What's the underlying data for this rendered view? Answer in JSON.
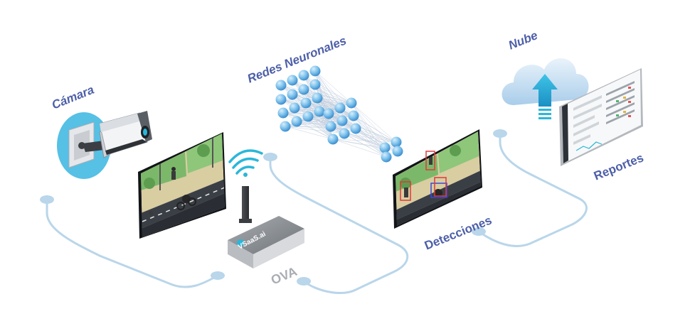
{
  "labels": {
    "camera": "Cámara",
    "neural_networks": "Redes Neuronales",
    "cloud": "Nube",
    "detections": "Detecciones",
    "reports": "Reportes",
    "device": "OVA",
    "brand": "VSaaS.ai"
  },
  "icons": [
    "camera-icon",
    "wifi-icon",
    "cloud-upload-icon",
    "neural-network-icon",
    "edge-device-icon",
    "video-frame-icon",
    "dashboard-icon"
  ],
  "colors": {
    "label": "#4d5fa8",
    "device_label": "#a9adb3",
    "connector": "#b9d6ea",
    "node": "#7ec2ec",
    "node_dark": "#3e8fcf",
    "accent": "#2ab7d9",
    "detection_box_red": "#e03a3a",
    "detection_box_blue": "#3a46d8"
  }
}
